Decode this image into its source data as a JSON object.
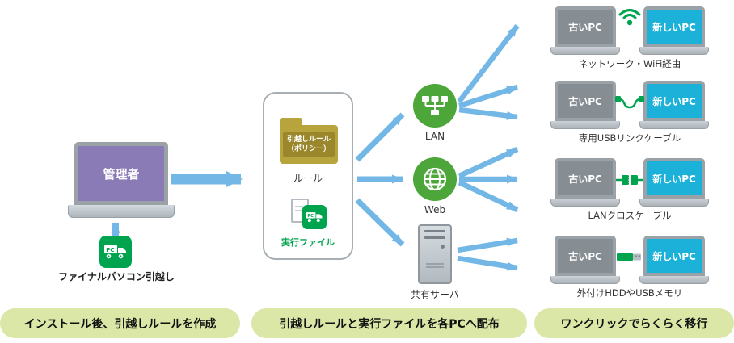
{
  "admin": {
    "screen_label": "管理者",
    "app_name": "ファイナルパソコン引越し"
  },
  "policy_box": {
    "folder_label": "引越しルール\n（ポリシー）",
    "folder_caption": "ルール",
    "exe_label": "実行ファイル"
  },
  "channels": {
    "lan": "LAN",
    "web": "Web",
    "server": "共有サーバ"
  },
  "pc_pairs": [
    {
      "old_label": "古いPC",
      "new_label": "新しいPC",
      "connector": "wifi-icon",
      "method": "ネットワーク・WiFi経由"
    },
    {
      "old_label": "古いPC",
      "new_label": "新しいPC",
      "connector": "usb-link-cable-icon",
      "method": "専用USBリンクケーブル"
    },
    {
      "old_label": "古いPC",
      "new_label": "新しいPC",
      "connector": "lan-cross-cable-icon",
      "method": "LANクロスケーブル"
    },
    {
      "old_label": "古いPC",
      "new_label": "新しいPC",
      "connector": "usb-memory-icon",
      "method": "外付けHDDやUSBメモリ"
    }
  ],
  "steps": [
    {
      "label": "インストール後、引越しルールを作成"
    },
    {
      "label": "引越しルールと実行ファイルを各PCへ配布"
    },
    {
      "label": "ワンクリックでらくらく移行"
    }
  ],
  "colors": {
    "arrow_blue": "#72b7e5",
    "channel_green": "#4ca639",
    "brand_green": "#00a44f",
    "new_pc_cyan": "#1cb1d9",
    "old_pc_gray": "#868e94",
    "admin_purple": "#8a7ab6",
    "folder_olive": "#b7a43c",
    "banner_green": "#dae7a7"
  }
}
